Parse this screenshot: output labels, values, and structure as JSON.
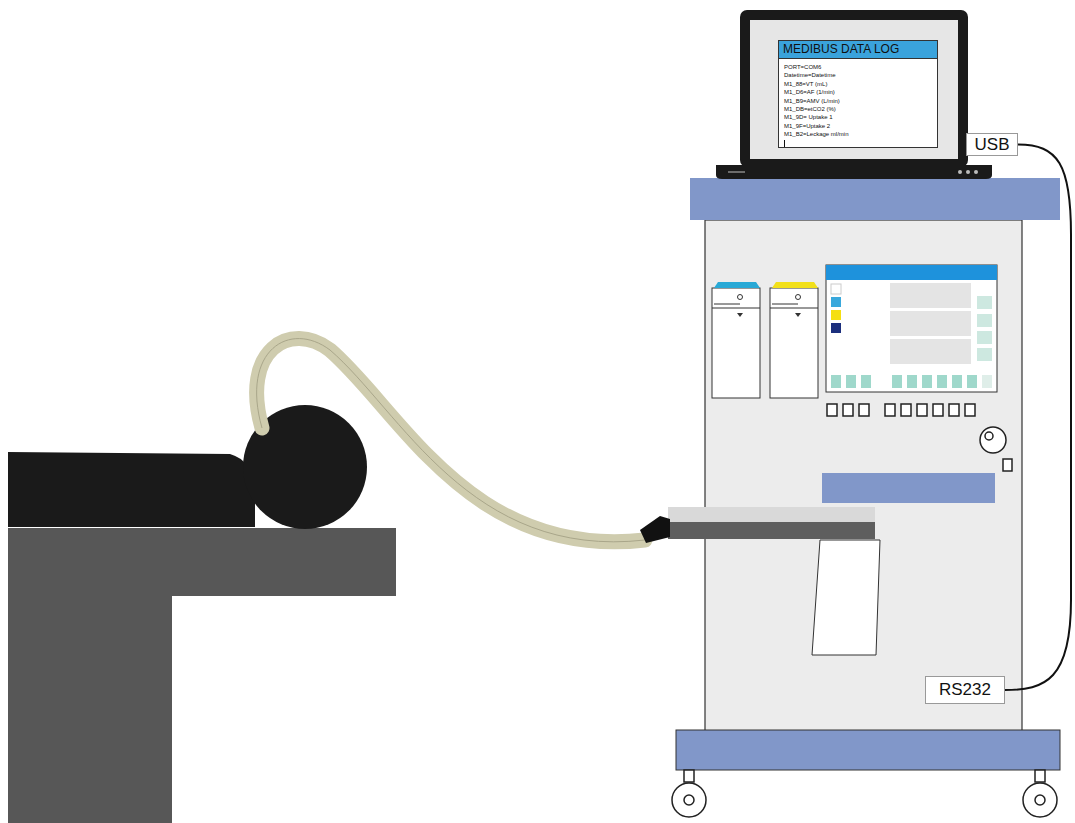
{
  "diagram": {
    "nodes": [
      {
        "text": [
          "MEDIBUS DATA LOG",
          "PORT=COM6",
          "Datetime=Datetime",
          "M1_88=VT (mL)",
          "M1_D6=AF (1/min)",
          "M1_B9=AMV (L/min)",
          "M1_DB=etCO2 (%)",
          "M1_9D= Uptake 1",
          "M1_9F=Uptake 2",
          "M1_B2=Leckage ml/min"
        ]
      },
      {
        "text": [
          "USB"
        ]
      },
      {
        "text": [
          "RS232"
        ]
      }
    ],
    "edges": [
      {
        "from": 1,
        "to": 2,
        "arrow": "none"
      }
    ]
  }
}
